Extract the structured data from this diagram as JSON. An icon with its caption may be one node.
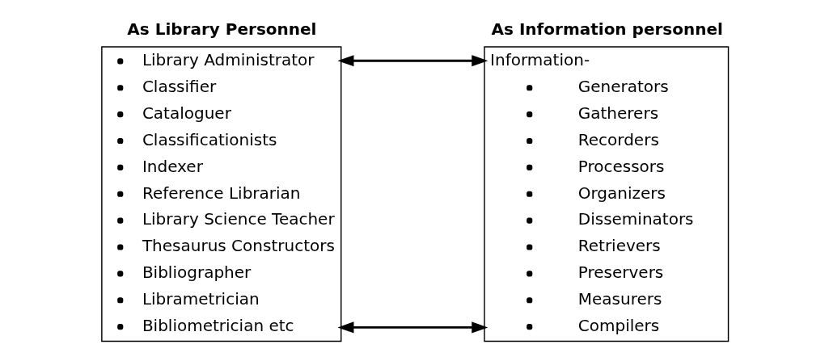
{
  "diagram": {
    "nodes": [
      {
        "text": [
          "As Library Personnel",
          "Library Administrator",
          "Classifier",
          "Cataloguer",
          "Classificationists",
          "Indexer",
          "Reference Librarian",
          "Library Science Teacher",
          "Thesaurus Constructors",
          "Bibliographer",
          "Librametrician",
          "Bibliometrician etc"
        ]
      },
      {
        "text": [
          "As Information personnel",
          "Information-",
          "Generators",
          "Gatherers",
          "Recorders",
          "Processors",
          "Organizers",
          "Disseminators",
          "Retrievers",
          "Preservers",
          "Measurers",
          "Compilers"
        ]
      }
    ],
    "edges": [
      {
        "from": 0,
        "to": 1,
        "arrow": "both"
      },
      {
        "from": 0,
        "to": 1,
        "arrow": "both"
      }
    ]
  }
}
